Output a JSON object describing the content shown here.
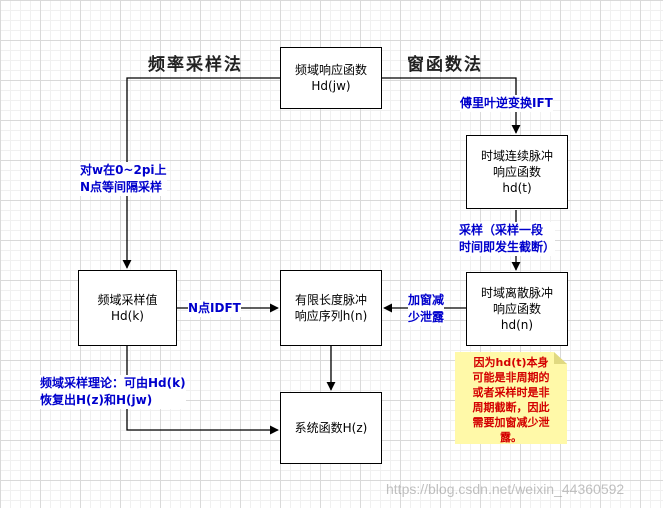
{
  "headings": {
    "left": "频率采样法",
    "right": "窗函数法"
  },
  "boxes": {
    "freq_response": "频域响应函数\nHd(jw)",
    "continuous_impulse": "时域连续脉冲\n响应函数\nhd(t)",
    "freq_samples": "频域采样值\nHd(k)",
    "finite_impulse": "有限长度脉冲\n响应序列h(n)",
    "discrete_impulse": "时域离散脉冲\n响应函数\nhd(n)",
    "system_function": "系统函数H(z)"
  },
  "labels": {
    "inverse_fourier": "傅里叶逆变换IFT",
    "sampling_n_points": "对w在0~2pi上\nN点等间隔采样",
    "sampling_truncation": "采样（采样一段\n时间即发生截断）",
    "n_point_idft": "N点IDFT",
    "windowing": "加窗减\n少泄露",
    "freq_sampling_theory": "频域采样理论：可由Hd(k)\n恢复出H(z)和H(jw)"
  },
  "note": "因为hd(t)本身\n可能是非周期的\n或者采样时是非\n周期截断，因此\n需要加窗减少泄\n露。",
  "watermark": "https://blog.csdn.net/weixin_44360592",
  "colors": {
    "label_blue": "#0000cc",
    "note_red": "#d40000",
    "note_yellow": "#fff9a8"
  }
}
